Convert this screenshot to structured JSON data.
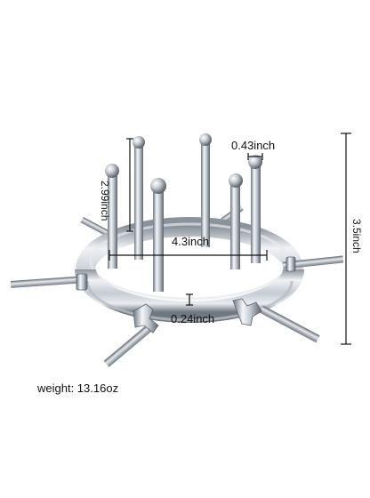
{
  "image": {
    "background": "#ffffff",
    "subject": "stainless steel ring with rods",
    "metal_colors": {
      "light": "#f4f6f9",
      "mid": "#c5cbd3",
      "dark": "#7d8590",
      "shadow": "#5c636c"
    },
    "labels": {
      "inner_diameter": "4.3inch",
      "thickness": "0.24inch",
      "knob_size": "0.43inch",
      "rod_length": "2.99inch",
      "total_height": "3.5inch",
      "weight": "weight: 13.16oz"
    }
  }
}
